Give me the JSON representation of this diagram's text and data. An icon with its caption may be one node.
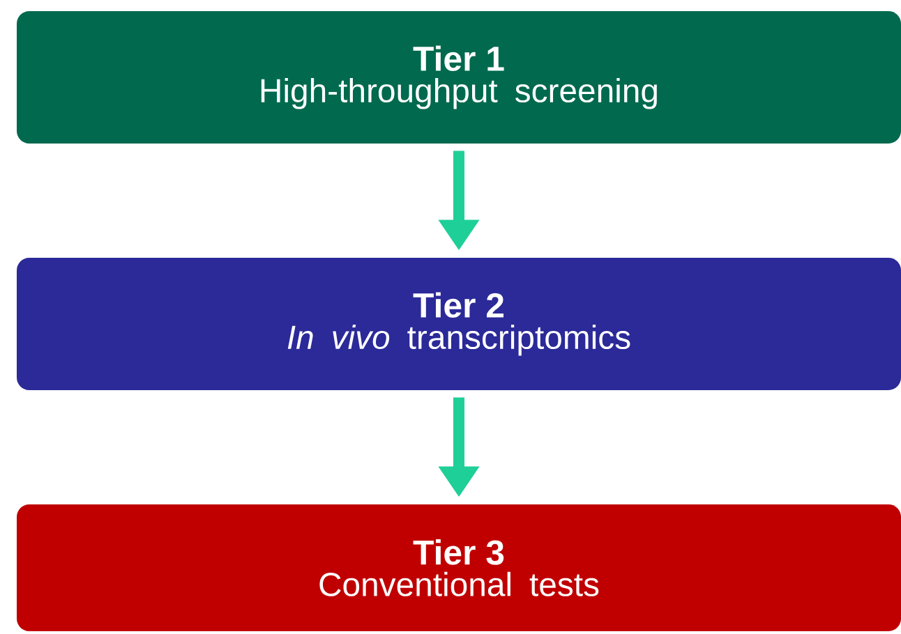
{
  "diagram": {
    "nodes": [
      {
        "text": [
          "Tier 1",
          "High-throughput screening"
        ]
      },
      {
        "text": [
          "Tier 2",
          "*In vivo* transcriptomics"
        ]
      },
      {
        "text": [
          "Tier 3",
          "Conventional tests"
        ]
      }
    ],
    "edges": [
      {
        "from": 0,
        "to": 1,
        "arrow": "to"
      },
      {
        "from": 1,
        "to": 2,
        "arrow": "to"
      }
    ]
  }
}
